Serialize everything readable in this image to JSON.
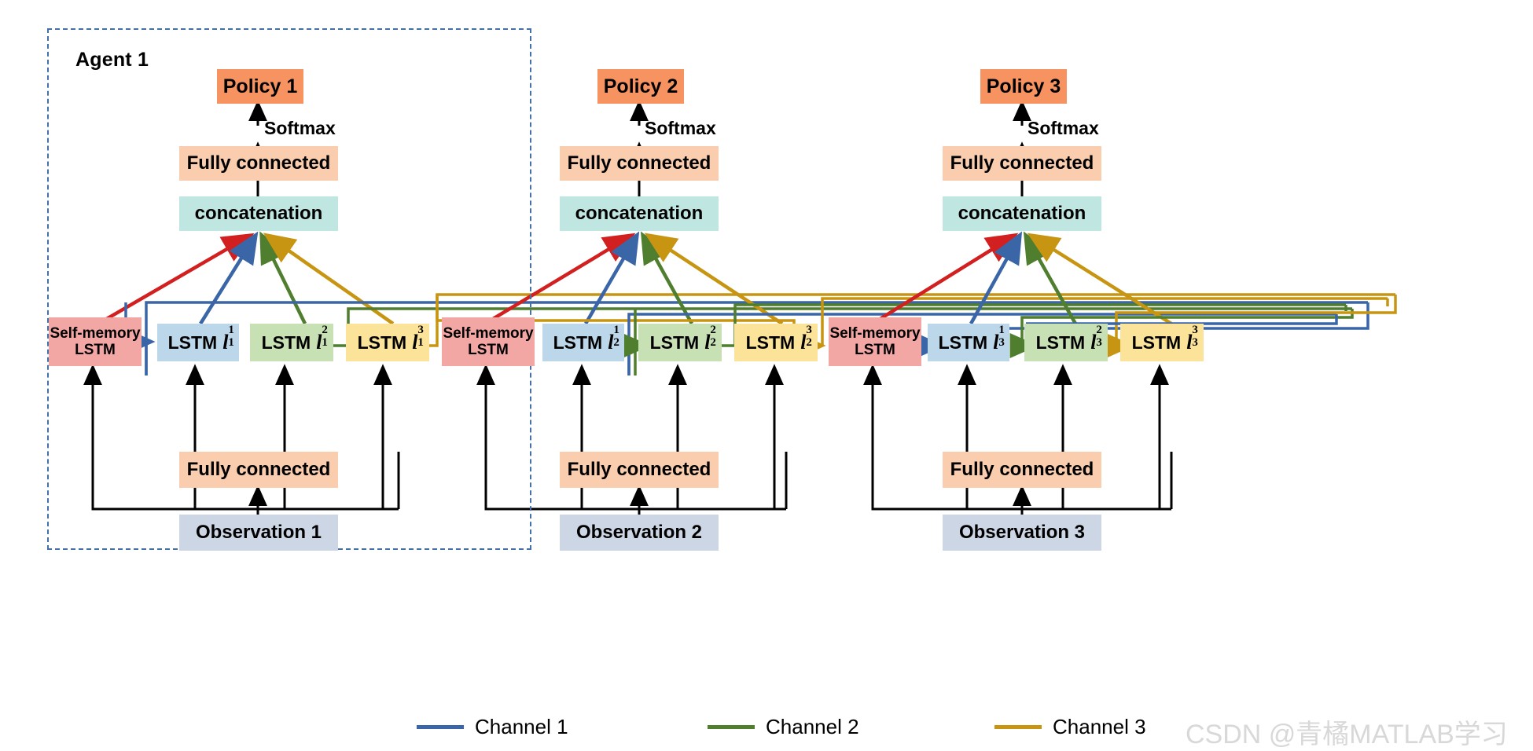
{
  "diagram": {
    "title": "Multi-agent communication LSTM policy network",
    "colors": {
      "policy": "#f79361",
      "fully_connected": "#f9cdad",
      "concatenation": "#bfe6e0",
      "observation": "#ccd6e5",
      "self_memory": "#f3a7a5",
      "lstm_channel1": "#bcd6ea",
      "lstm_channel2": "#c7e0b4",
      "lstm_channel3": "#fbe39a",
      "channel1_line": "#3a66a8",
      "channel2_line": "#4f7f2e",
      "channel3_line": "#c79512",
      "self_memory_line": "#d1201f",
      "agent_frame": "#4472a8",
      "plain_arrow": "#000000"
    },
    "agents": [
      {
        "frame_label": "Agent 1",
        "policy": "Policy 1",
        "softmax": "Softmax",
        "fully_connected_top": "Fully connected",
        "concatenation": "concatenation",
        "self_memory_line1": "Self-memory",
        "self_memory_line2": "LSTM",
        "lstms": [
          {
            "prefix": "LSTM",
            "symbol": "l",
            "sup": "1",
            "sub": "1"
          },
          {
            "prefix": "LSTM",
            "symbol": "l",
            "sup": "2",
            "sub": "1"
          },
          {
            "prefix": "LSTM",
            "symbol": "l",
            "sup": "3",
            "sub": "1"
          }
        ],
        "fully_connected_bottom": "Fully connected",
        "observation": "Observation 1"
      },
      {
        "frame_label": "",
        "policy": "Policy 2",
        "softmax": "Softmax",
        "fully_connected_top": "Fully connected",
        "concatenation": "concatenation",
        "self_memory_line1": "Self-memory",
        "self_memory_line2": "LSTM",
        "lstms": [
          {
            "prefix": "LSTM",
            "symbol": "l",
            "sup": "1",
            "sub": "2"
          },
          {
            "prefix": "LSTM",
            "symbol": "l",
            "sup": "2",
            "sub": "2"
          },
          {
            "prefix": "LSTM",
            "symbol": "l",
            "sup": "3",
            "sub": "2"
          }
        ],
        "fully_connected_bottom": "Fully connected",
        "observation": "Observation 2"
      },
      {
        "frame_label": "",
        "policy": "Policy 3",
        "softmax": "Softmax",
        "fully_connected_top": "Fully connected",
        "concatenation": "concatenation",
        "self_memory_line1": "Self-memory",
        "self_memory_line2": "LSTM",
        "lstms": [
          {
            "prefix": "LSTM",
            "symbol": "l",
            "sup": "1",
            "sub": "3"
          },
          {
            "prefix": "LSTM",
            "symbol": "l",
            "sup": "2",
            "sub": "3"
          },
          {
            "prefix": "LSTM",
            "symbol": "l",
            "sup": "3",
            "sub": "3"
          }
        ],
        "fully_connected_bottom": "Fully connected",
        "observation": "Observation 3"
      }
    ],
    "legend": [
      {
        "label": "Channel 1",
        "color": "#3a66a8"
      },
      {
        "label": "Channel 2",
        "color": "#4f7f2e"
      },
      {
        "label": "Channel 3",
        "color": "#c79512"
      }
    ],
    "watermark": "CSDN @青橘MATLAB学习"
  }
}
